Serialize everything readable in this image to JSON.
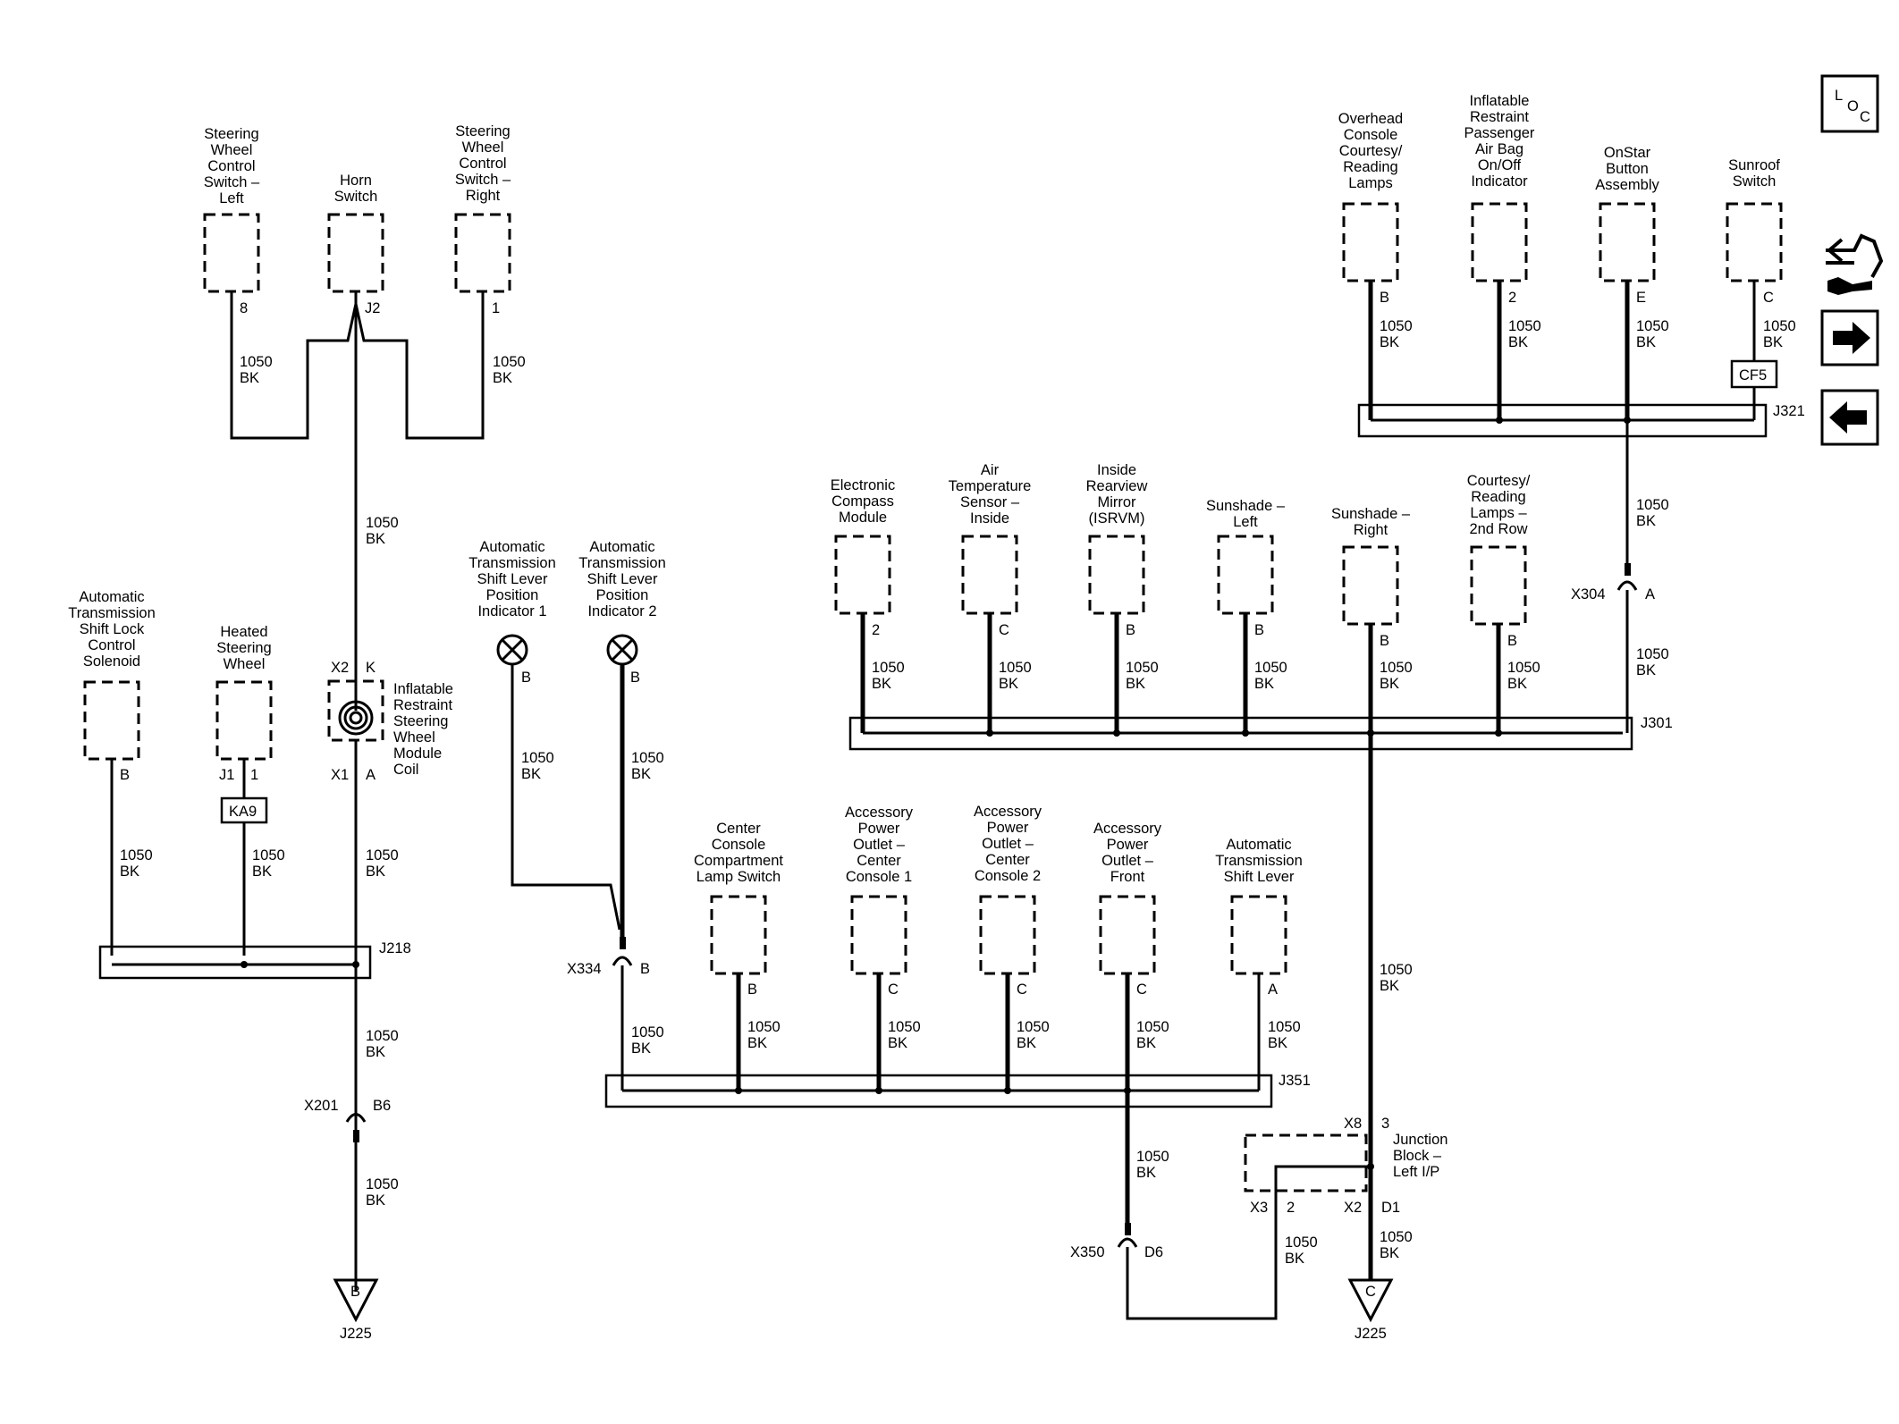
{
  "wire_labels": {
    "circuit": "1050",
    "color": "BK"
  },
  "components": {
    "sw_left": [
      "Steering",
      "Wheel",
      "Control",
      "Switch –",
      "Left"
    ],
    "horn": [
      "Horn",
      "Switch"
    ],
    "sw_right": [
      "Steering",
      "Wheel",
      "Control",
      "Switch –",
      "Right"
    ],
    "atsl": [
      "Automatic",
      "Transmission",
      "Shift Lock",
      "Control",
      "Solenoid"
    ],
    "heated": [
      "Heated",
      "Steering",
      "Wheel"
    ],
    "airbag_coil": [
      "Inflatable",
      "Restraint",
      "Steering",
      "Wheel",
      "Module",
      "Coil"
    ],
    "ind1": [
      "Automatic",
      "Transmission",
      "Shift Lever",
      "Position",
      "Indicator 1"
    ],
    "ind2": [
      "Automatic",
      "Transmission",
      "Shift Lever",
      "Position",
      "Indicator 2"
    ],
    "compass": [
      "Electronic",
      "Compass",
      "Module"
    ],
    "airtemp": [
      "Air",
      "Temperature",
      "Sensor –",
      "Inside"
    ],
    "mirror": [
      "Inside",
      "Rearview",
      "Mirror",
      "(ISRVM)"
    ],
    "sunshade_l": [
      "Sunshade –",
      "Left"
    ],
    "sunshade_r": [
      "Sunshade –",
      "Right"
    ],
    "courtesy2": [
      "Courtesy/",
      "Reading",
      "Lamps –",
      "2nd Row"
    ],
    "overhead": [
      "Overhead",
      "Console",
      "Courtesy/",
      "Reading",
      "Lamps"
    ],
    "pab_ind": [
      "Inflatable",
      "Restraint",
      "Passenger",
      "Air Bag",
      "On/Off",
      "Indicator"
    ],
    "onstar": [
      "OnStar",
      "Button",
      "Assembly"
    ],
    "sunroof": [
      "Sunroof",
      "Switch"
    ],
    "cc_lamp": [
      "Center",
      "Console",
      "Compartment",
      "Lamp Switch"
    ],
    "apo_cc1": [
      "Accessory",
      "Power",
      "Outlet –",
      "Center",
      "Console 1"
    ],
    "apo_cc2": [
      "Accessory",
      "Power",
      "Outlet –",
      "Center",
      "Console 2"
    ],
    "apo_front": [
      "Accessory",
      "Power",
      "Outlet –",
      "Front"
    ],
    "ats_lever": [
      "Automatic",
      "Transmission",
      "Shift Lever"
    ],
    "jb_left": [
      "Junction",
      "Block –",
      "Left I/P"
    ]
  },
  "pins": {
    "sw_left": "8",
    "horn": "J2",
    "sw_right": "1",
    "atsl": "B",
    "heated_conn": "J1",
    "heated_pin": "1",
    "coil_top_conn": "X2",
    "coil_top_pin": "K",
    "coil_bot_conn": "X1",
    "coil_bot_pin": "A",
    "ind1": "B",
    "ind2": "B",
    "compass": "2",
    "airtemp": "C",
    "mirror": "B",
    "sunshade_l": "B",
    "sunshade_r": "B",
    "courtesy2": "B",
    "overhead": "B",
    "pab_ind": "2",
    "onstar": "E",
    "sunroof": "C",
    "cc_lamp": "B",
    "apo_cc1": "C",
    "apo_cc2": "C",
    "apo_front": "C",
    "ats_lever": "A",
    "jb_x8": "X8",
    "jb_x8_pin": "3",
    "jb_x3": "X3",
    "jb_x3_pin": "2",
    "jb_x2": "X2",
    "jb_x2_pin": "D1"
  },
  "connectors": {
    "x201": "X201",
    "x201_pin": "B6",
    "x334": "X334",
    "x334_pin": "B",
    "x304": "X304",
    "x304_pin": "A",
    "x350": "X350",
    "x350_pin": "D6"
  },
  "splices": {
    "j218": "J218",
    "j351": "J351",
    "j301": "J301",
    "j321": "J321"
  },
  "grounds": {
    "left_letter": "B",
    "left_name": "J225",
    "right_letter": "C",
    "right_name": "J225"
  },
  "inline_parts": {
    "ka9": "KA9",
    "cf5": "CF5"
  },
  "nav": {
    "loc_l": "L",
    "loc_o": "O",
    "loc_c": "C"
  },
  "icons": {
    "loc": "loc-icon",
    "harness": "harness-connector-icon",
    "next": "arrow-right-icon",
    "prev": "arrow-left-icon"
  }
}
